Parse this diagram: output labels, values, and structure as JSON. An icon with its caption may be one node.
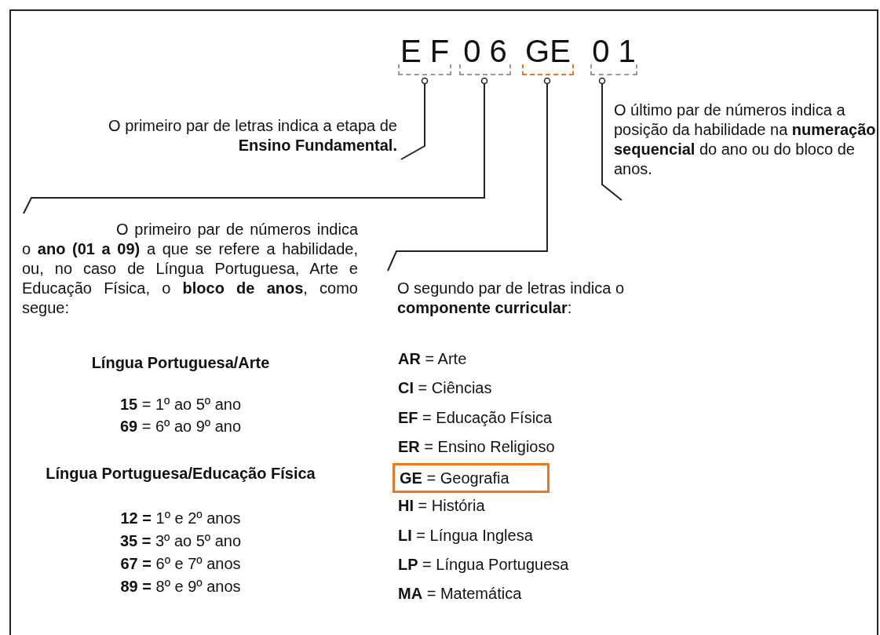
{
  "diagram": {
    "nodes": [
      {
        "text": [
          "E F"
        ]
      },
      {
        "text": [
          "0 6"
        ]
      },
      {
        "text": [
          "GE"
        ]
      },
      {
        "text": [
          "0 1"
        ]
      },
      {
        "text": [
          "O primeiro par de letras indica a etapa de **Ensino Fundamental.**"
        ]
      },
      {
        "text": [
          "O primeiro par de números indica o **ano (01 a 09)** a que se refere a habilidade, ou, no caso de Língua Portuguesa, Arte e Educação Física, o **bloco de anos**, como segue:"
        ]
      },
      {
        "text": [
          "O segundo par de letras indica o **componente curricular**:"
        ]
      },
      {
        "text": [
          "O último par de números indica a posição da habilidade na **numeração sequencial** do ano ou do bloco de anos."
        ]
      },
      {
        "text": [
          "**GE** = Geografia"
        ]
      }
    ],
    "edges": [
      {
        "from": 0,
        "to": 4,
        "arrow": "other"
      },
      {
        "from": 1,
        "to": 5,
        "arrow": "other"
      },
      {
        "from": 2,
        "to": 6,
        "arrow": "other"
      },
      {
        "from": 3,
        "to": 7,
        "arrow": "other"
      }
    ],
    "labels": [
      "Língua Portuguesa/Arte",
      "**15** = 1º ao 5º ano",
      "**69** = 6º ao 9º ano",
      "Língua Portuguesa/Educação Física",
      "**12 =** 1º e 2º anos",
      "**35 =** 3º ao 5º ano",
      "**67 =** 6º e 7º anos",
      "**89 =** 8º e 9º anos",
      "**AR** = Arte",
      "**CI** = Ciências",
      "**EF** = Educação Física",
      "**ER** = Ensino Religioso",
      "**HI** = História",
      "**LI** = Língua Inglesa",
      "**LP** = Língua Portuguesa",
      "**MA** = Matemática"
    ]
  }
}
